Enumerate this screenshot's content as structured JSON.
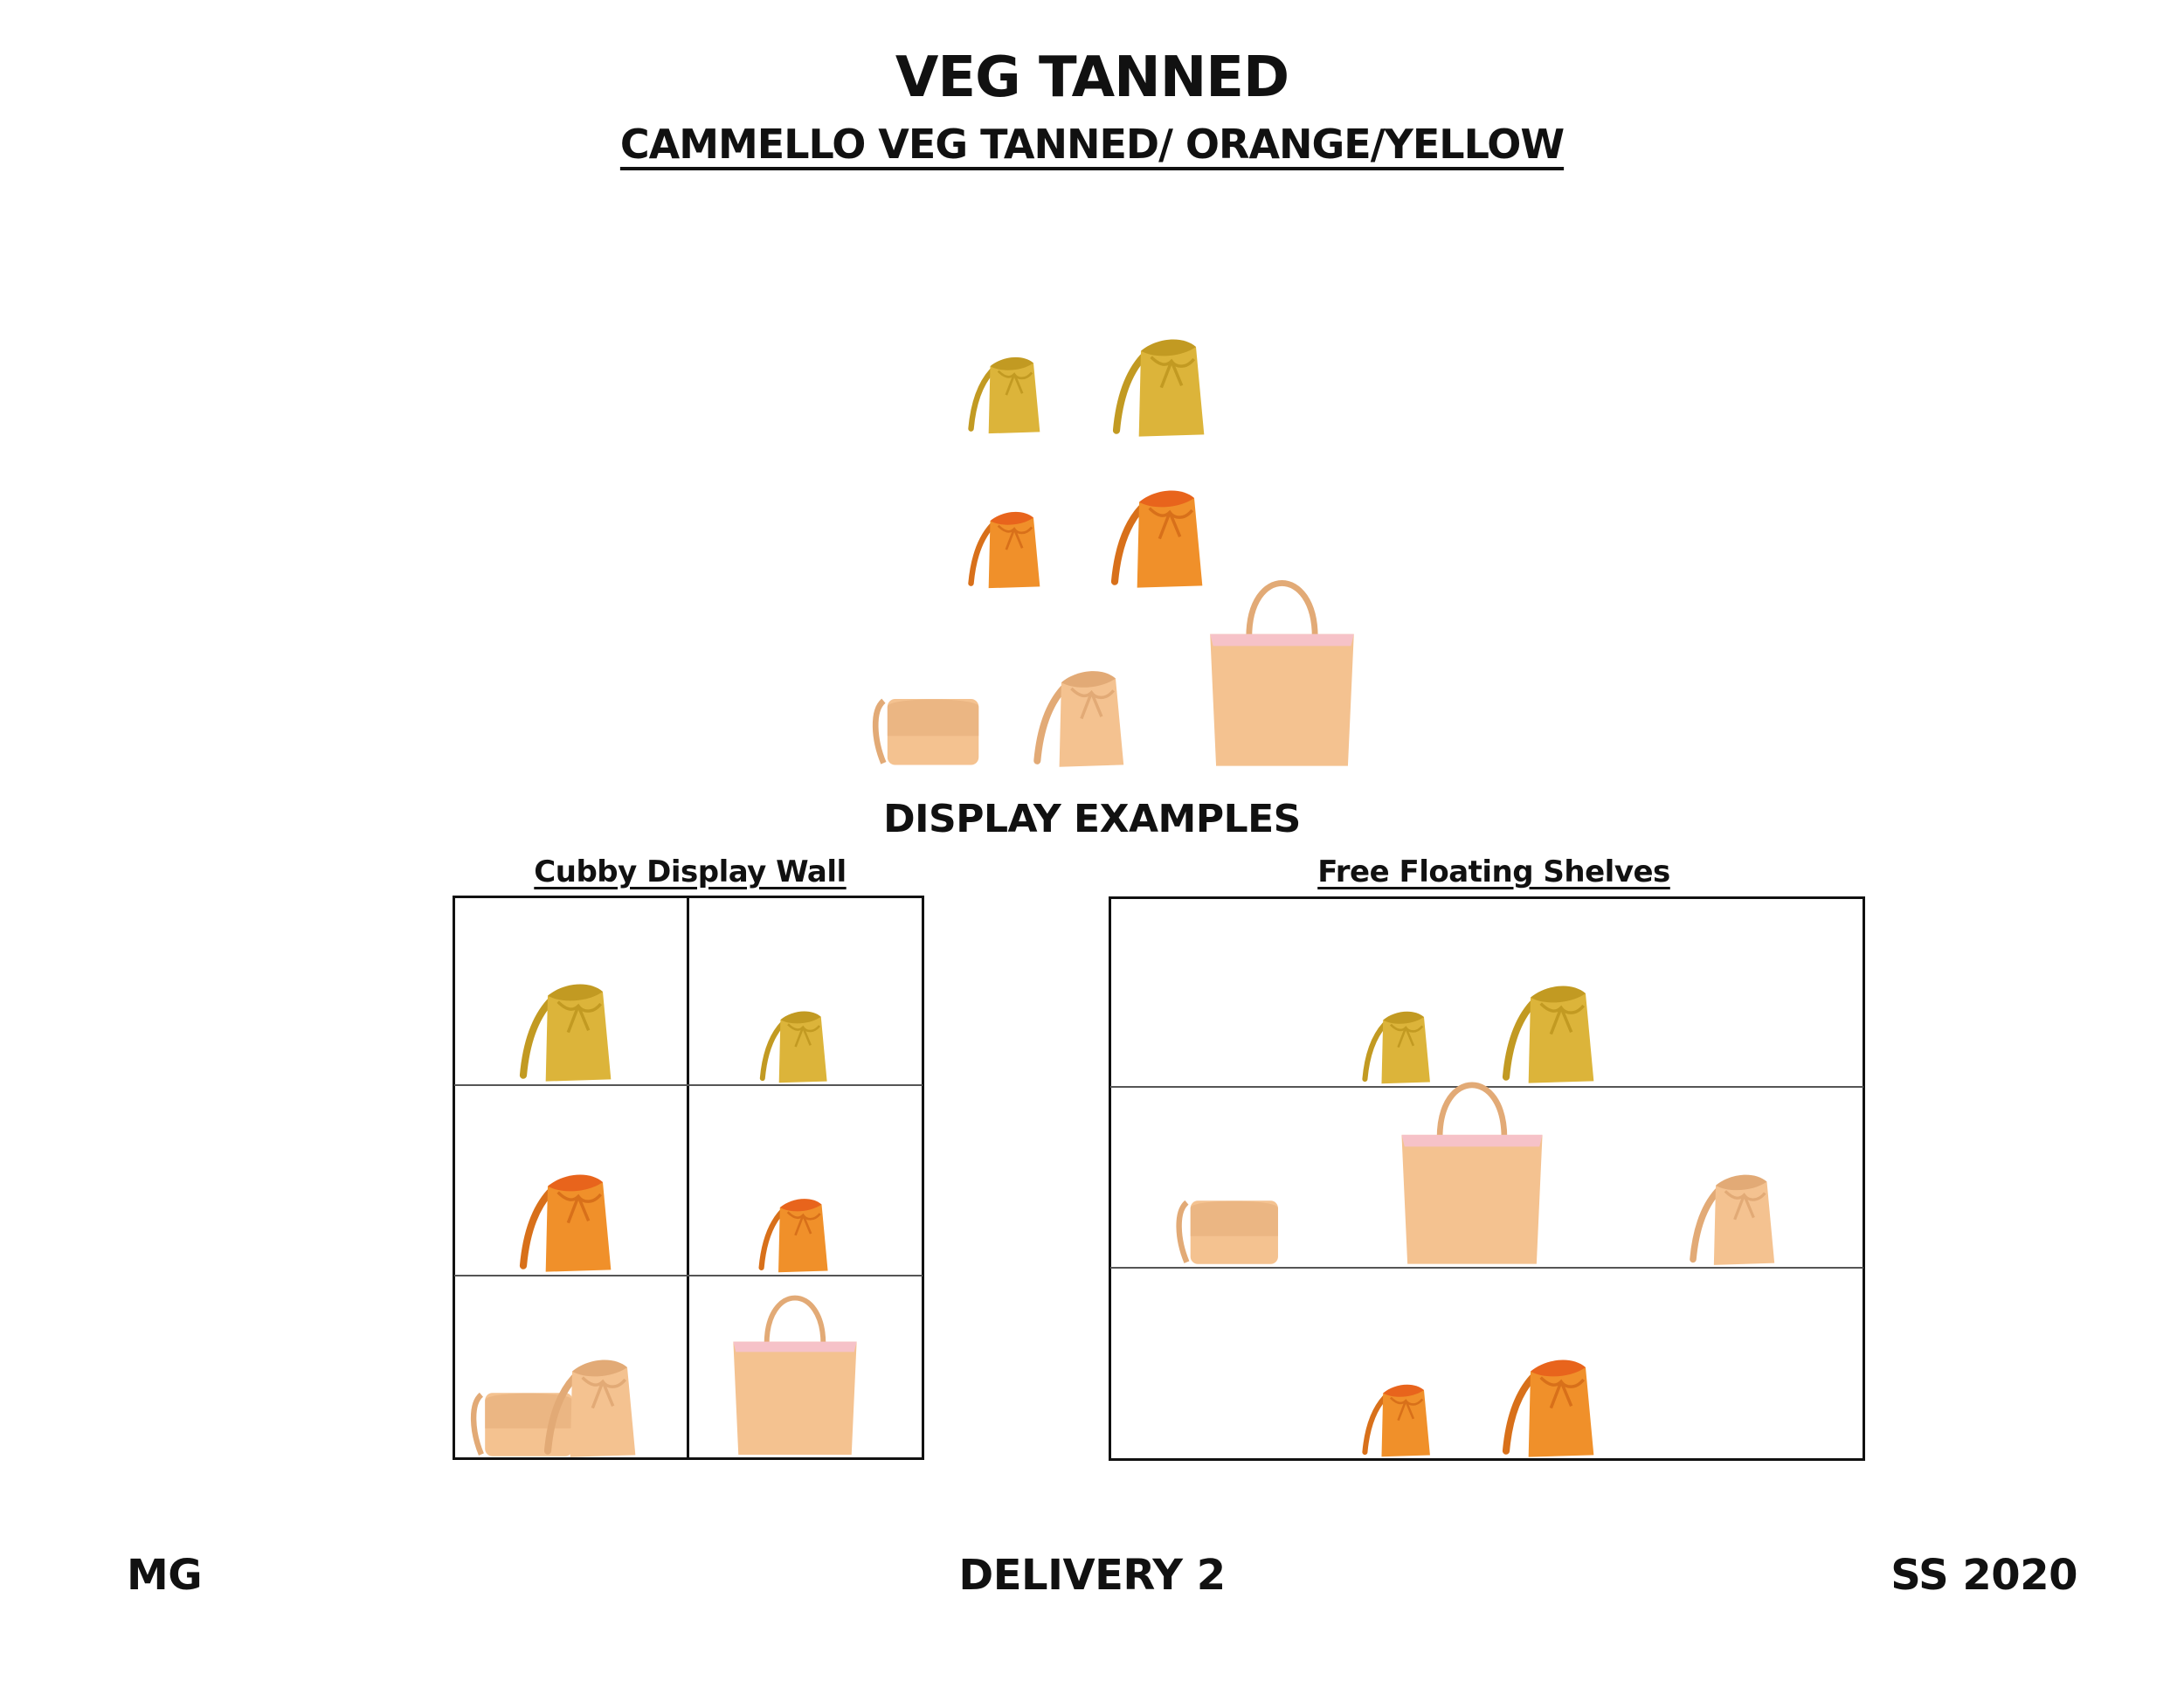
{
  "header": {
    "title": "VEG TANNED",
    "subtitle": "CAMMELLO VEG TANNED/ ORANGE/YELLOW "
  },
  "colors": {
    "yellow": "#dcb43a",
    "yellow_dark": "#c29a22",
    "orange": "#f0902a",
    "orange_dark": "#d8701a",
    "orange_inner": "#e8641c",
    "cammello": "#f4c290",
    "cammello_dark": "#e2aa76",
    "pink_lining": "#f6c2c8"
  },
  "display": {
    "title": "DISPLAY EXAMPLES",
    "cubby_label": "Cubby Display Wall",
    "shelves_label": "Free Floating Shelves"
  },
  "footer": {
    "left": "MG",
    "center": "DELIVERY 2",
    "right": "SS 2020"
  }
}
